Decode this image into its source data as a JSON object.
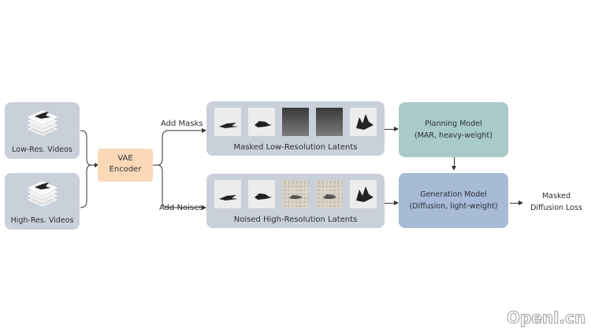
{
  "inputs": {
    "low_res": {
      "label": "Low-Res. Videos"
    },
    "high_res": {
      "label": "High-Res. Videos"
    }
  },
  "encoder": {
    "line1": "VAE",
    "line2": "Encoder"
  },
  "branches": {
    "masks_label": "Add Masks",
    "noises_label": "Add Noises"
  },
  "latents": {
    "low": {
      "caption": "Masked Low-Resolution Latents",
      "frames": [
        "bird",
        "bird",
        "masked",
        "masked",
        "bird"
      ]
    },
    "high": {
      "caption": "Noised High-Resolution Latents",
      "frames": [
        "bird",
        "bird",
        "noisy",
        "noisy",
        "bird"
      ]
    }
  },
  "planning_model": {
    "line1": "Planning Model",
    "line2": "(MAR, heavy-weight)",
    "color": "#a9cacb"
  },
  "generation_model": {
    "line1": "Generation Model",
    "line2": "(Diffusion, light-weight)",
    "color": "#a7bad6"
  },
  "output": {
    "line1": "Masked",
    "line2": "Diffusion Loss"
  },
  "colors": {
    "panel": "#c9d0d9",
    "encoder": "#fbd9b8"
  },
  "watermark": "OpenI.cn"
}
